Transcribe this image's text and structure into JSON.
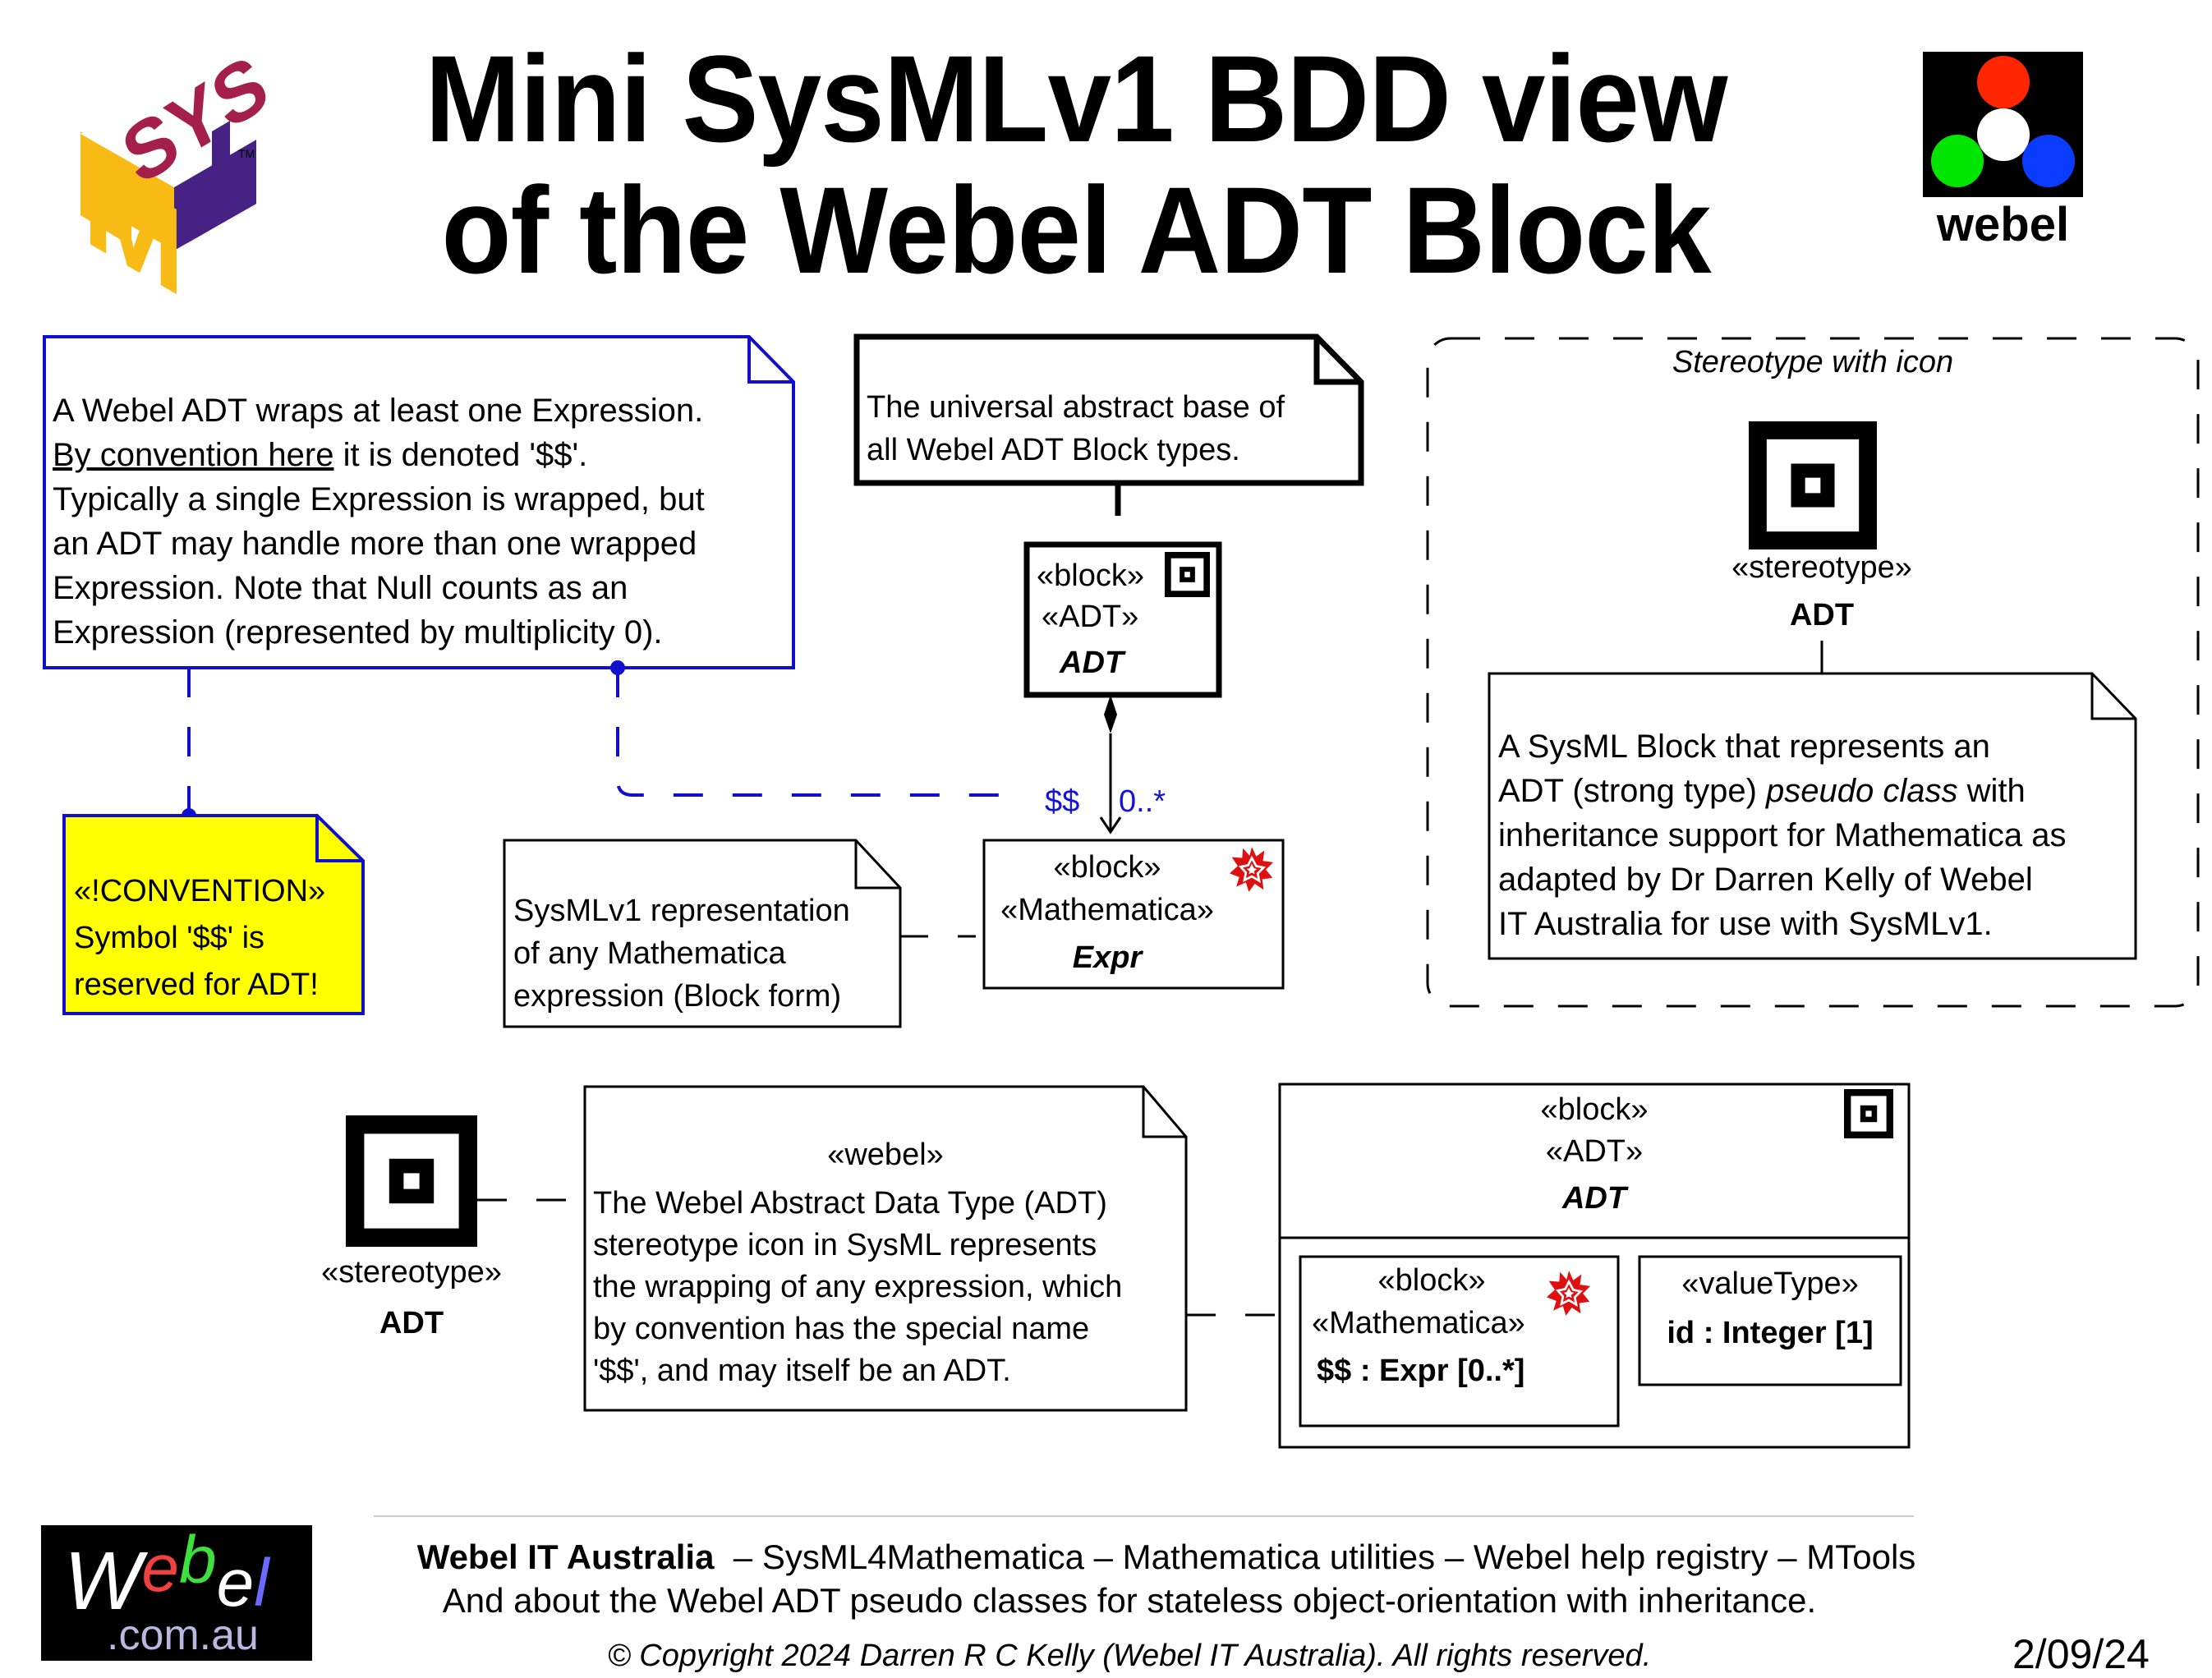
{
  "title": {
    "line1": "Mini SysMLv1 BDD view",
    "line2": "of the Webel ADT Block"
  },
  "logos": {
    "sysml": {
      "letters_top": "SYS",
      "letter_m": "M",
      "letter_l": "L",
      "tm": "TM",
      "colors": {
        "sys": "#a51f4d",
        "m": "#f8bb16",
        "l": "#452283"
      }
    },
    "webel": {
      "label": "webel",
      "circle_colors": [
        "#ff2600",
        "#ffffff",
        "#00e600",
        "#0a3cff"
      ]
    },
    "webel_com_au": {
      "w": "W",
      "e1": "e",
      "b": "b",
      "e2": "e",
      "l": "l",
      "domain": ".com.au",
      "colors": {
        "w": "#ffffff",
        "e1": "#f04040",
        "b": "#3ee03e",
        "e2": "#ffffff",
        "l": "#6a6aff",
        "domain": "#b8b8e0"
      }
    }
  },
  "colors": {
    "link_blue": "#1010cc",
    "convention_yellow": "#ffff00",
    "mathematica_red": "#dd1111"
  },
  "note_expression": {
    "line1": "A Webel ADT wraps at least one Expression.",
    "line2_link": "By convention here",
    "line2_rest": " it is denoted '$$'.",
    "line3": "Typically a single Expression is wrapped, but",
    "line4": "an ADT may handle more than one wrapped",
    "line5": "Expression. Note that Null counts as an",
    "line6": "Expression (represented by multiplicity 0)."
  },
  "note_convention": {
    "stereotype": "«!CONVENTION»",
    "line1": "Symbol '$$' is",
    "line2": "reserved for ADT!"
  },
  "note_universal": {
    "line1": "The universal abstract base of",
    "line2": "all Webel ADT Block types."
  },
  "block_adt": {
    "stereotype1": "«block»",
    "stereotype2": "«ADT»",
    "name": "ADT"
  },
  "association": {
    "role": "$$",
    "multiplicity": "0..*"
  },
  "note_sysml_repr": {
    "line1": "SysMLv1 representation",
    "line2": "of any Mathematica",
    "line3": "expression (Block form)"
  },
  "block_expr": {
    "stereotype1": "«block»",
    "stereotype2": "«Mathematica»",
    "name": "Expr"
  },
  "stereotype_frame": {
    "caption": "Stereotype with icon",
    "keyword": "«stereotype»",
    "name": "ADT",
    "note": {
      "line1": "A SysML Block that represents an",
      "line2a": "ADT (strong type) ",
      "line2b": "pseudo class",
      "line2c": " with",
      "line3": "inheritance support for Mathematica as",
      "line4": "adapted by Dr Darren Kelly of Webel",
      "line5": "IT Australia for use with SysMLv1."
    }
  },
  "stereotype_bottom": {
    "keyword": "«stereotype»",
    "name": "ADT"
  },
  "note_webel": {
    "stereotype": "«webel»",
    "line1": "The Webel Abstract Data Type (ADT)",
    "line2": "stereotype icon in SysML represents",
    "line3": "the wrapping of any expression, which",
    "line4": "by convention has the special name",
    "line5": "'$$', and may itself be an ADT."
  },
  "block_adt_full": {
    "stereotype1": "«block»",
    "stereotype2": "«ADT»",
    "name": "ADT",
    "part_expr": {
      "stereotype1": "«block»",
      "stereotype2": "«Mathematica»",
      "property": "$$ : Expr [0..*]"
    },
    "part_id": {
      "stereotype": "«valueType»",
      "property": "id : Integer [1]"
    }
  },
  "footer": {
    "line1_bold": "Webel IT Australia",
    "line1_rest": "  – SysML4Mathematica – Mathematica utilities – Webel help registry – MTools",
    "line2": "And about the Webel ADT pseudo classes for stateless object-orientation with inheritance.",
    "copyright": "© Copyright 2024 Darren R C Kelly (Webel IT Australia). All rights reserved.",
    "date": "2/09/24"
  }
}
